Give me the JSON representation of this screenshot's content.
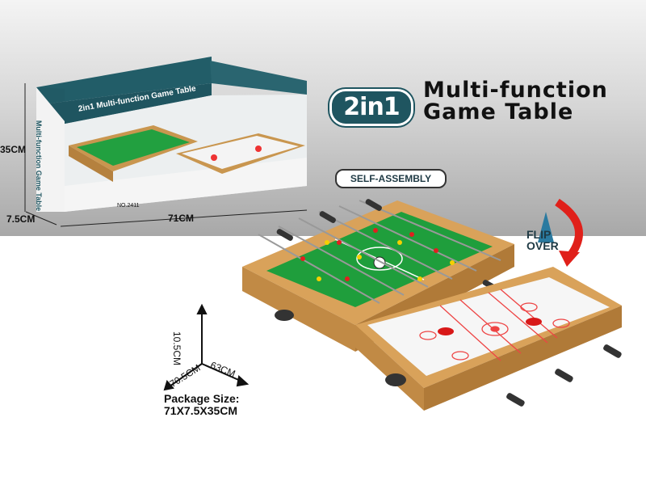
{
  "headline": {
    "badge": "2in1",
    "line1": "Multi-function",
    "line2": "Game Table"
  },
  "self_assembly": "SELF-ASSEMBLY",
  "flip_over": {
    "line1": "FLIP",
    "line2": "OVER"
  },
  "box": {
    "height_label": "35CM",
    "depth_label": "7.5CM",
    "width_label": "71CM",
    "model": "NO.2411",
    "badge": "2in1",
    "title_line1": "Multi-function",
    "title_line2": "Game Table",
    "side_text": "Multi-function Game Table"
  },
  "product_dims": {
    "height": "10.5CM",
    "depth": "70.5CM",
    "width": "63CM"
  },
  "package": {
    "label": "Package Size:",
    "size": "71X7.5X35CM"
  },
  "colors": {
    "teal": "#1f5560",
    "field_green": "#1f9e3c",
    "wood": "#d9a25a",
    "red_arrow": "#e0201a"
  }
}
